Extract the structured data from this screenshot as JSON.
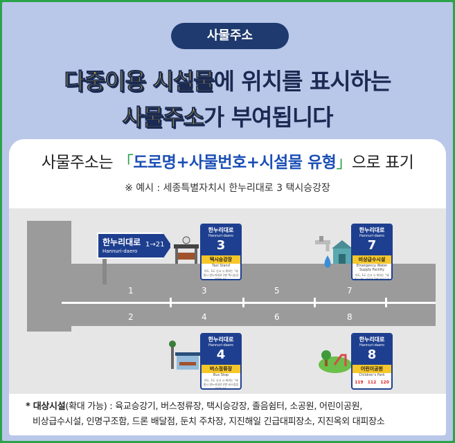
{
  "tag": "사물주소",
  "headline": {
    "line1_hl": "다중이용 시설물",
    "line1_rest": "에 위치를 표시하는",
    "line2_hl": "사물주소",
    "line2_rest": "가 부여됩니다"
  },
  "card": {
    "title_prefix": "사물주소는 ",
    "bracket_open": "「",
    "title_blue": "도로명+사물번호+시설물 유형",
    "bracket_close": "」",
    "title_suffix": "으로 표기",
    "example": "※ 예시 : 세종특별자치시 한누리대로 3 택시승강장"
  },
  "road_sign": {
    "name": "한누리대로",
    "name_en": "Hannuri-daero",
    "range": "1→21"
  },
  "addresses_top": [
    "1",
    "3",
    "5",
    "7"
  ],
  "addresses_bottom": [
    "2",
    "4",
    "6",
    "8"
  ],
  "plates": [
    {
      "road": "한누리대로",
      "road_en": "Hannuri-daero",
      "number": "3",
      "type": "택시승강장",
      "type_en": "Taxi Stand",
      "desc": "이도, 1도 신고 시 위하는 \"세종시 한누리대로 3번 택시승강장\"입니다."
    },
    {
      "road": "한누리대로",
      "road_en": "Hannuri-daero",
      "number": "7",
      "type": "비상급수시설",
      "type_en": "Emergency Water Supply Facility",
      "desc": "이도, 1도 신고 시 위하는 \"세종시 한누리대로 7번 비상급수시설\"입니다."
    },
    {
      "road": "한누리대로",
      "road_en": "Hannuri-daero",
      "number": "4",
      "type": "버스정류장",
      "type_en": "Bus Stop",
      "desc": "이도, 1도 신고 시 위하는 \"세종시 한누리대로 4번 버스정류장\"입니다."
    },
    {
      "road": "한누리대로",
      "road_en": "Hannuri-daero",
      "number": "8",
      "type": "어린이공원",
      "type_en": "Children's Park",
      "emergency": [
        "119",
        "112",
        "120"
      ]
    }
  ],
  "footnote": {
    "label": "* 대상시설",
    "note": "(확대 가능) : 육교승강기, 버스정류장, 택시승강장, 졸음쉼터, 소공원, 어린이공원,",
    "line2": "비상급수시설, 인명구조함, 드론 배달점, 둔치 주차장, 지진해일 긴급대피장소, 지진옥외 대피장소"
  },
  "colors": {
    "border": "#2aa34a",
    "bg": "#b9c7e8",
    "navy": "#1e3a6e",
    "yellow": "#f6d23a",
    "blue": "#1c4fb5"
  }
}
